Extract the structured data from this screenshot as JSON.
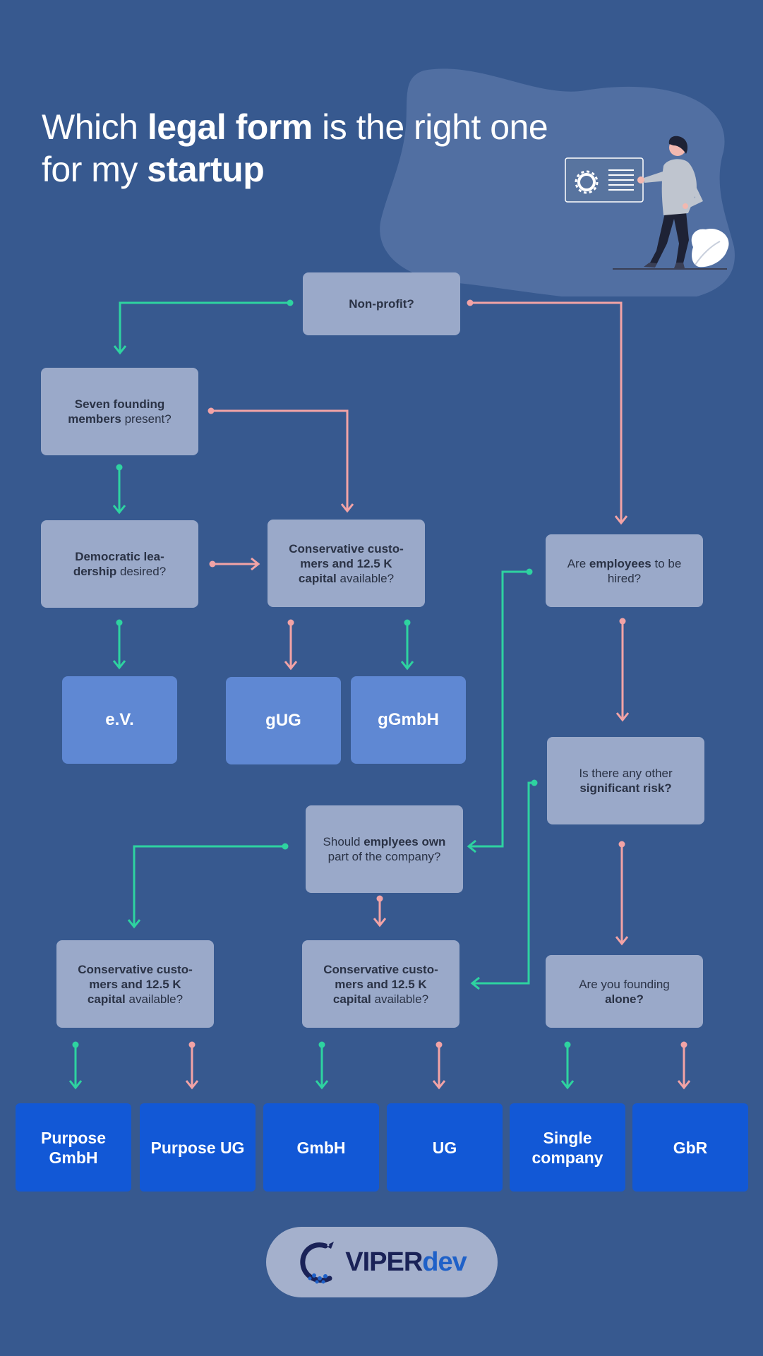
{
  "title": {
    "pre": "Which ",
    "bold1": "legal form",
    "mid": " is the right one for my ",
    "bold2": "startup"
  },
  "questions": {
    "nonprofit": {
      "bold": "Non-profit?"
    },
    "seven": {
      "bold": "Seven founding members",
      "rest": " present?"
    },
    "democratic": {
      "bold": "Democratic lea-dership",
      "rest": " desired?"
    },
    "conservative_top": {
      "bold": "Conservative custo-mers and 12.5 K capital",
      "rest": " available?"
    },
    "employees_hired": {
      "pre": "Are ",
      "bold": "employees",
      "rest": " to be hired?"
    },
    "other_risk": {
      "pre": "Is there any other ",
      "bold": "significant risk?"
    },
    "employees_own": {
      "pre": "Should ",
      "bold": "emplyees own",
      "rest": " part of the company?"
    },
    "conservative_left": {
      "bold": "Conservative custo-mers and 12.5 K capital",
      "rest": " available?"
    },
    "conservative_mid": {
      "bold": "Conservative custo-mers and 12.5 K capital",
      "rest": " available?"
    },
    "founding_alone": {
      "pre": "Are you founding ",
      "bold": "alone?"
    }
  },
  "results": {
    "ev": "e.V.",
    "gug": "gUG",
    "ggmbh": "gGmbH"
  },
  "finals": [
    "Purpose GmbH",
    "Purpose UG",
    "GmbH",
    "UG",
    "Single company",
    "GbR"
  ],
  "logo": {
    "part1": "VIPER",
    "part2": "dev"
  },
  "colors": {
    "background": "#37598f",
    "yes_arrow": "#2ed3a0",
    "no_arrow": "#f2a3a6",
    "question_box": "#9aa9c9",
    "result_box": "#5f88d3",
    "final_box": "#1258d6"
  }
}
